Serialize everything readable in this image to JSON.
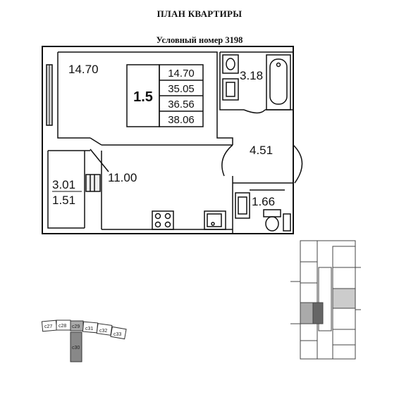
{
  "header": {
    "title": "ПЛАН КВАРТИРЫ",
    "subtitle": "Условный номер 3198"
  },
  "summary": {
    "rooms": "1.5",
    "areas": [
      "14.70",
      "35.05",
      "36.56",
      "38.06"
    ]
  },
  "rooms": {
    "living": "14.70",
    "bathroom": "3.18",
    "hall": "4.51",
    "kitchen": "11.00",
    "balcony_top": "3.01",
    "balcony_bottom": "1.51",
    "toilet": "1.66"
  },
  "sections": [
    "c27",
    "c28",
    "c29",
    "c31",
    "c32",
    "c33",
    "c30"
  ]
}
